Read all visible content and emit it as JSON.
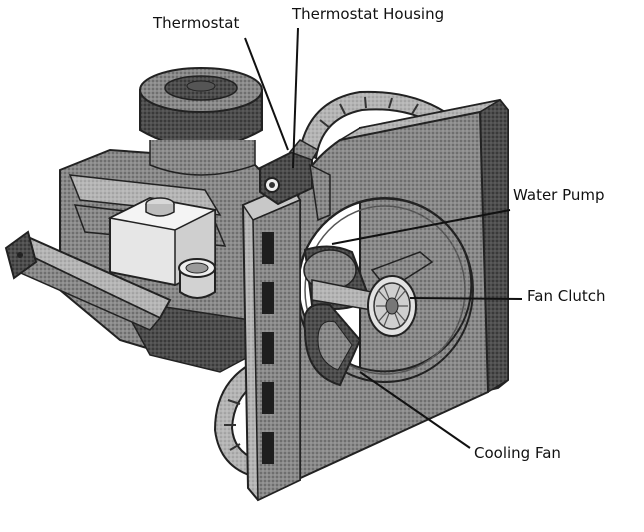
{
  "labels": {
    "thermostat": "Thermostat",
    "thermostat_housing": "Thermostat Housing",
    "water_pump": "Water Pump",
    "fan_clutch": "Fan Clutch",
    "cooling_fan": "Cooling Fan"
  },
  "colors": {
    "ink": "#111111",
    "dark": "#3a3a3a",
    "mid": "#7a7a7a",
    "light": "#b8b8b8",
    "pale": "#dcdcdc",
    "background": "#ffffff"
  }
}
